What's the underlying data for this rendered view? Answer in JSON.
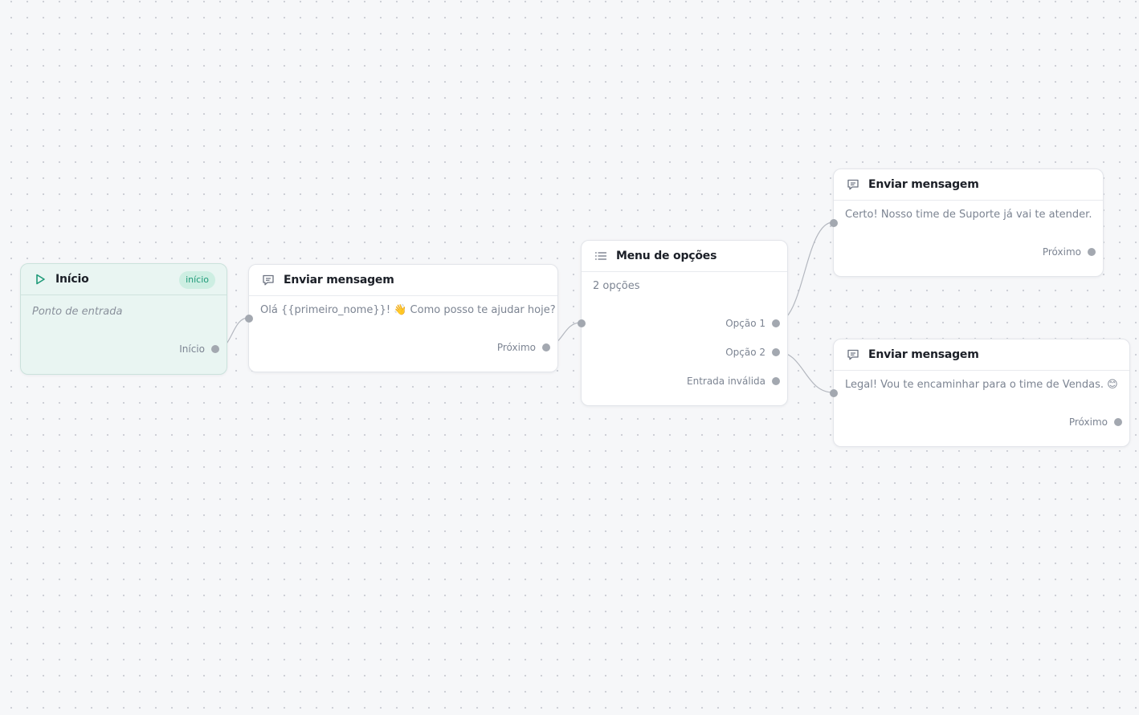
{
  "colors": {
    "canvas": "#f6f7f9",
    "dots": "#c9ccd3",
    "start_node_bg": "#e9f5f2",
    "accent_green": "#1e9a78",
    "badge_bg": "#cdeee2",
    "edge": "#b3b7bf",
    "port": "#a3a8b0"
  },
  "nodes": {
    "start": {
      "icon": "play-icon",
      "title": "Início",
      "badge": "início",
      "body": "Ponto de entrada",
      "port_label": "Início"
    },
    "msg_greeting": {
      "icon": "message-icon",
      "title": "Enviar mensagem",
      "body": "Olá {{primeiro_nome}}! 👋 Como posso te ajudar hoje?",
      "port_label": "Próximo"
    },
    "menu": {
      "icon": "list-icon",
      "title": "Menu de opções",
      "body": "2 opções",
      "ports": [
        "Opção 1",
        "Opção 2",
        "Entrada inválida"
      ]
    },
    "msg_support": {
      "icon": "message-icon",
      "title": "Enviar mensagem",
      "body": "Certo! Nosso time de Suporte já vai te atender.",
      "port_label": "Próximo"
    },
    "msg_sales": {
      "icon": "message-icon",
      "title": "Enviar mensagem",
      "body": "Legal! Vou te encaminhar para o time de Vendas. 😊",
      "port_label": "Próximo"
    }
  }
}
